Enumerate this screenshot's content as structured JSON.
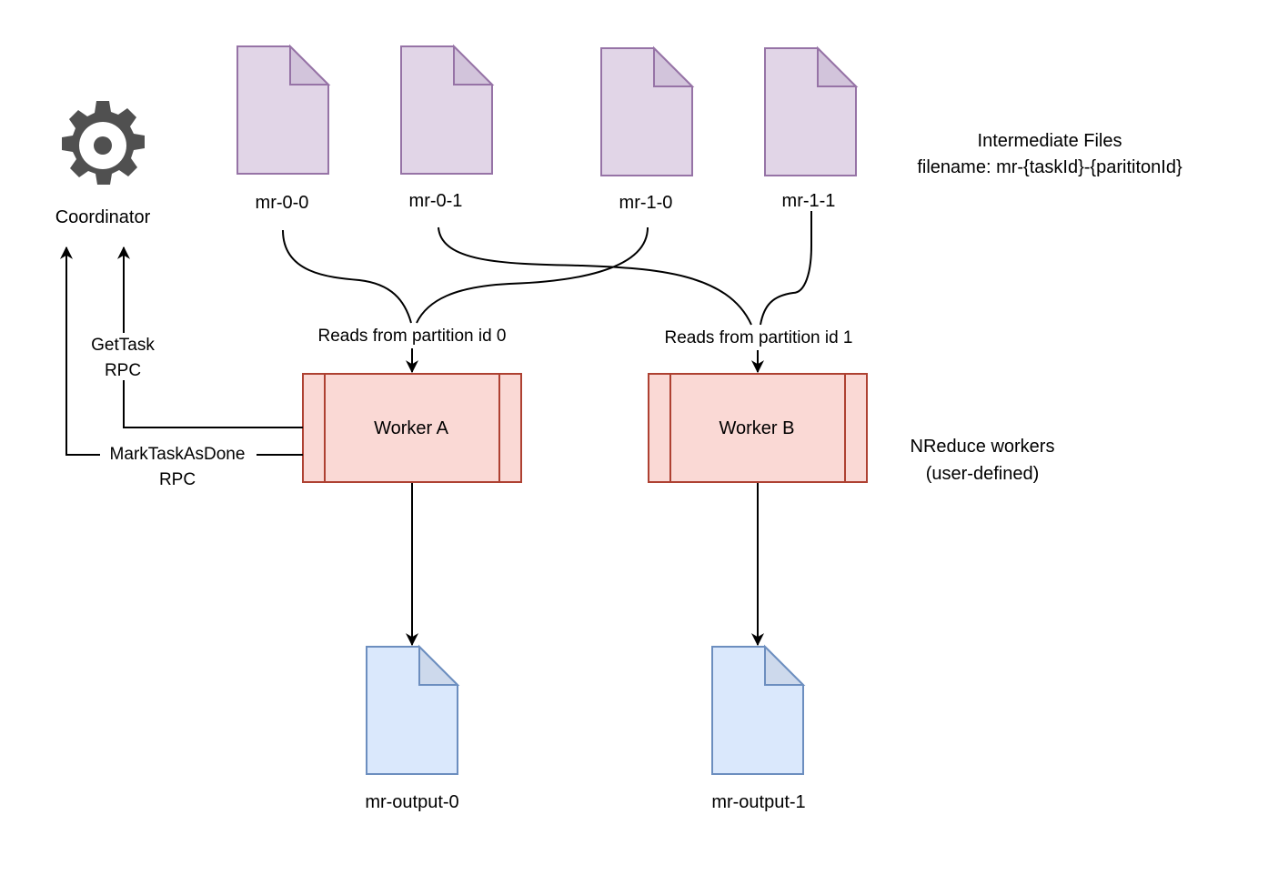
{
  "colors": {
    "intermediate_fill": "#e1d5e7",
    "intermediate_fold": "#d2c4db",
    "intermediate_stroke": "#9673a6",
    "worker_fill": "#fad9d5",
    "worker_stroke": "#ae4132",
    "output_fill": "#dae8fc",
    "output_fold": "#cdd9ec",
    "output_stroke": "#6c8ebf",
    "gear": "#505050",
    "edge": "#000000"
  },
  "coordinator": {
    "icon": "gear-icon",
    "label": "Coordinator"
  },
  "intermediate_files": {
    "title": "Intermediate Files",
    "subtitle": "filename: mr-{taskId}-{parititonId}",
    "files": [
      {
        "label": "mr-0-0"
      },
      {
        "label": "mr-0-1"
      },
      {
        "label": "mr-1-0"
      },
      {
        "label": "mr-1-1"
      }
    ]
  },
  "edges": {
    "partition0_label": "Reads from partition id 0",
    "partition1_label": "Reads from partition id 1",
    "get_task_label_line1": "GetTask",
    "get_task_label_line2": "RPC",
    "mark_done_label_line1": "MarkTaskAsDone",
    "mark_done_label_line2": "RPC"
  },
  "workers": {
    "items": [
      {
        "label": "Worker A"
      },
      {
        "label": "Worker B"
      }
    ],
    "note_line1": "NReduce workers",
    "note_line2": "(user-defined)"
  },
  "outputs": [
    {
      "label": "mr-output-0"
    },
    {
      "label": "mr-output-1"
    }
  ]
}
